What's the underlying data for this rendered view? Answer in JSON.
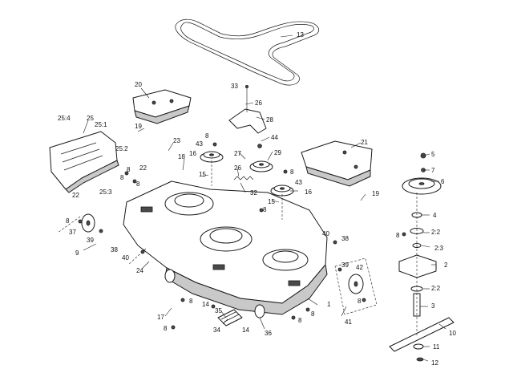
{
  "diagram": {
    "callouts": [
      {
        "id": "c13",
        "text": "13"
      },
      {
        "id": "c20",
        "text": "20"
      },
      {
        "id": "c33",
        "text": "33"
      },
      {
        "id": "c26a",
        "text": "26"
      },
      {
        "id": "c28",
        "text": "28"
      },
      {
        "id": "c25_4",
        "text": "25:4"
      },
      {
        "id": "c25",
        "text": "25"
      },
      {
        "id": "c25_1",
        "text": "25:1"
      },
      {
        "id": "c19a",
        "text": "19"
      },
      {
        "id": "c8a",
        "text": "8"
      },
      {
        "id": "c43a",
        "text": "43"
      },
      {
        "id": "c44",
        "text": "44"
      },
      {
        "id": "c23",
        "text": "23"
      },
      {
        "id": "c16a",
        "text": "16"
      },
      {
        "id": "c27",
        "text": "27"
      },
      {
        "id": "c29",
        "text": "29"
      },
      {
        "id": "c21",
        "text": "21"
      },
      {
        "id": "c25_2",
        "text": "25:2"
      },
      {
        "id": "c18",
        "text": "18"
      },
      {
        "id": "c8b",
        "text": "8"
      },
      {
        "id": "c8c",
        "text": "8"
      },
      {
        "id": "c22a",
        "text": "22"
      },
      {
        "id": "c15a",
        "text": "15"
      },
      {
        "id": "c26b",
        "text": "26"
      },
      {
        "id": "c8d",
        "text": "8"
      },
      {
        "id": "c43b",
        "text": "43"
      },
      {
        "id": "c5",
        "text": "5"
      },
      {
        "id": "c7",
        "text": "7"
      },
      {
        "id": "c6",
        "text": "6"
      },
      {
        "id": "c22b",
        "text": "22"
      },
      {
        "id": "c25_3",
        "text": "25:3"
      },
      {
        "id": "c8e",
        "text": "8"
      },
      {
        "id": "c32",
        "text": "32"
      },
      {
        "id": "c16b",
        "text": "16"
      },
      {
        "id": "c19b",
        "text": "19"
      },
      {
        "id": "c15b",
        "text": "15"
      },
      {
        "id": "c8f",
        "text": "8"
      },
      {
        "id": "c4",
        "text": "4"
      },
      {
        "id": "c8g",
        "text": "8"
      },
      {
        "id": "c37",
        "text": "37"
      },
      {
        "id": "c39a",
        "text": "39"
      },
      {
        "id": "c40a",
        "text": "40"
      },
      {
        "id": "c38a",
        "text": "38"
      },
      {
        "id": "c8h",
        "text": "8"
      },
      {
        "id": "c2_2a",
        "text": "2:2"
      },
      {
        "id": "c2_3",
        "text": "2:3"
      },
      {
        "id": "c9",
        "text": "9"
      },
      {
        "id": "c38b",
        "text": "38"
      },
      {
        "id": "c40b",
        "text": "40"
      },
      {
        "id": "c39b",
        "text": "39"
      },
      {
        "id": "c42",
        "text": "42"
      },
      {
        "id": "c2",
        "text": "2"
      },
      {
        "id": "c24",
        "text": "24"
      },
      {
        "id": "c2_2b",
        "text": "2:2"
      },
      {
        "id": "c8i",
        "text": "8"
      },
      {
        "id": "c14a",
        "text": "14"
      },
      {
        "id": "c8j",
        "text": "8"
      },
      {
        "id": "c1",
        "text": "1"
      },
      {
        "id": "c35",
        "text": "35"
      },
      {
        "id": "c17",
        "text": "17"
      },
      {
        "id": "c8k",
        "text": "8"
      },
      {
        "id": "c8l",
        "text": "8"
      },
      {
        "id": "c3",
        "text": "3"
      },
      {
        "id": "c41",
        "text": "41"
      },
      {
        "id": "c8m",
        "text": "8"
      },
      {
        "id": "c34",
        "text": "34"
      },
      {
        "id": "c14b",
        "text": "14"
      },
      {
        "id": "c36",
        "text": "36"
      },
      {
        "id": "c10",
        "text": "10"
      },
      {
        "id": "c11",
        "text": "11"
      },
      {
        "id": "c12",
        "text": "12"
      }
    ]
  }
}
